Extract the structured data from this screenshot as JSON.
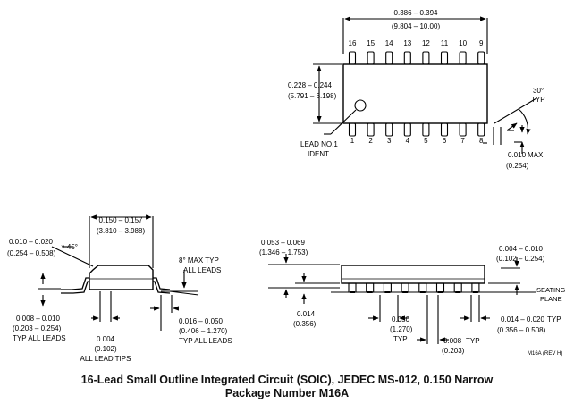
{
  "top_view": {
    "width_dim": {
      "inch": "0.386 – 0.394",
      "mm": "(9.804 – 10.00)"
    },
    "height_dim": {
      "inch": "0.228 – 0.244",
      "mm": "(5.791 – 6.198)"
    },
    "pins_top": [
      "16",
      "15",
      "14",
      "13",
      "12",
      "11",
      "10",
      "9"
    ],
    "pins_bottom": [
      "1",
      "2",
      "3",
      "4",
      "5",
      "6",
      "7",
      "8"
    ],
    "lead_ident": [
      "LEAD NO.1",
      "IDENT"
    ],
    "angle": [
      "30°",
      "TYP"
    ],
    "pin_max": {
      "inch": "0.010",
      "unit": "MAX",
      "mm": "(0.254)"
    }
  },
  "side_view": {
    "body_width": {
      "inch": "0.150 – 0.157",
      "mm": "(3.810 – 3.988)"
    },
    "chamfer": {
      "inch": "0.010 – 0.020",
      "mm": "(0.254 – 0.508)",
      "angle": "× 45°"
    },
    "lead_angle": [
      "8° MAX TYP",
      "ALL LEADS"
    ],
    "lead_thickness": {
      "inch": "0.008 – 0.010",
      "mm": "(0.203 – 0.254)",
      "note": "TYP ALL LEADS"
    },
    "coplanarity": {
      "inch": "0.004",
      "mm": "(0.102)",
      "note": "ALL LEAD TIPS"
    },
    "foot_length": {
      "inch": "0.016 – 0.050",
      "mm": "(0.406 – 1.270)",
      "note": "TYP ALL LEADS"
    }
  },
  "front_view": {
    "height": {
      "inch": "0.053 – 0.069",
      "mm": "(1.346 – 1.753)"
    },
    "standoff": {
      "inch": "0.004 – 0.010",
      "mm": "(0.102 – 0.254)"
    },
    "seating_plane": [
      "SEATING",
      "PLANE"
    ],
    "lead_height": {
      "inch": "0.014",
      "mm": "(0.356)"
    },
    "pitch": {
      "inch": "0.050",
      "mm": "(1.270)",
      "note": "TYP"
    },
    "lead_gap": {
      "inch": "0.008",
      "note": "TYP",
      "mm": "(0.203)"
    },
    "lead_width": {
      "inch": "0.014 – 0.020",
      "note": "TYP",
      "mm": "(0.356 – 0.508)"
    },
    "revision": "M16A (REV H)"
  },
  "caption": {
    "line1": "16-Lead Small Outline Integrated Circuit (SOIC), JEDEC MS-012, 0.150 Narrow",
    "line2": "Package Number M16A"
  }
}
